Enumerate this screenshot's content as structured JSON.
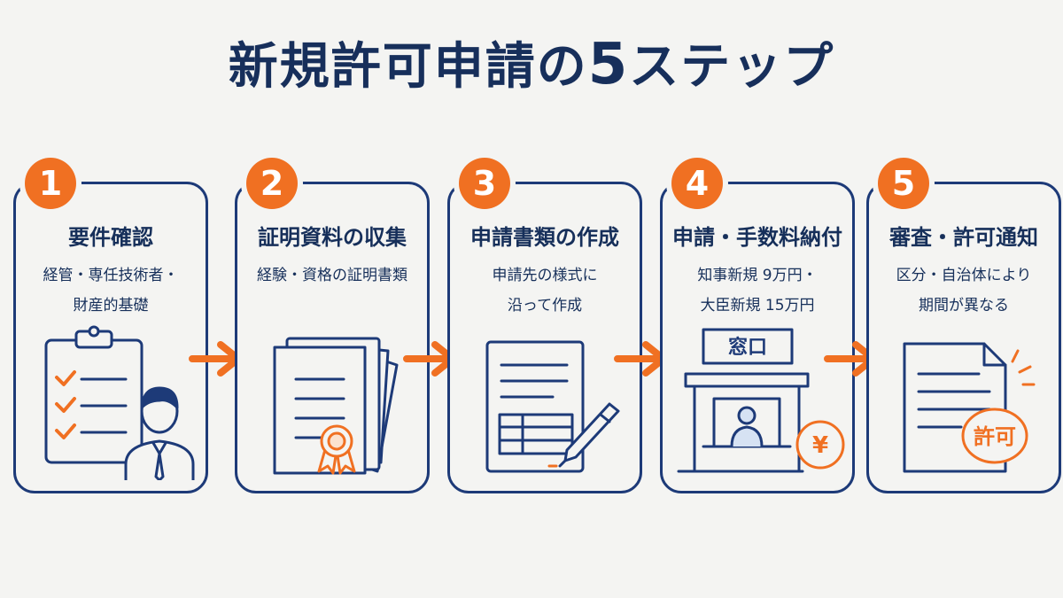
{
  "title": {
    "text": "新規許可申請の",
    "number": "5",
    "suffix": "ステップ"
  },
  "colors": {
    "navy": "#1d3a78",
    "orange": "#f07022",
    "background": "#f4f4f2"
  },
  "steps": [
    {
      "number": "1",
      "title": "要件確認",
      "desc": [
        "経管・専任技術者・",
        "財産的基礎"
      ],
      "icon": "clipboard-checklist-person-icon"
    },
    {
      "number": "2",
      "title": "証明資料の収集",
      "desc": [
        "経験・資格の証明書類"
      ],
      "icon": "certificate-documents-icon"
    },
    {
      "number": "3",
      "title": "申請書類の作成",
      "desc": [
        "申請先の様式に",
        "沿って作成"
      ],
      "icon": "form-pen-icon"
    },
    {
      "number": "4",
      "title": "申請・手数料納付",
      "desc": [
        "知事新規 9万円・",
        "大臣新規 15万円"
      ],
      "icon": "counter-yen-icon",
      "sign_label": "窓口",
      "coin_label": "¥"
    },
    {
      "number": "5",
      "title": "審査・許可通知",
      "desc": [
        "区分・自治体により",
        "期間が異なる"
      ],
      "icon": "approved-stamp-document-icon",
      "stamp_label": "許可"
    }
  ]
}
